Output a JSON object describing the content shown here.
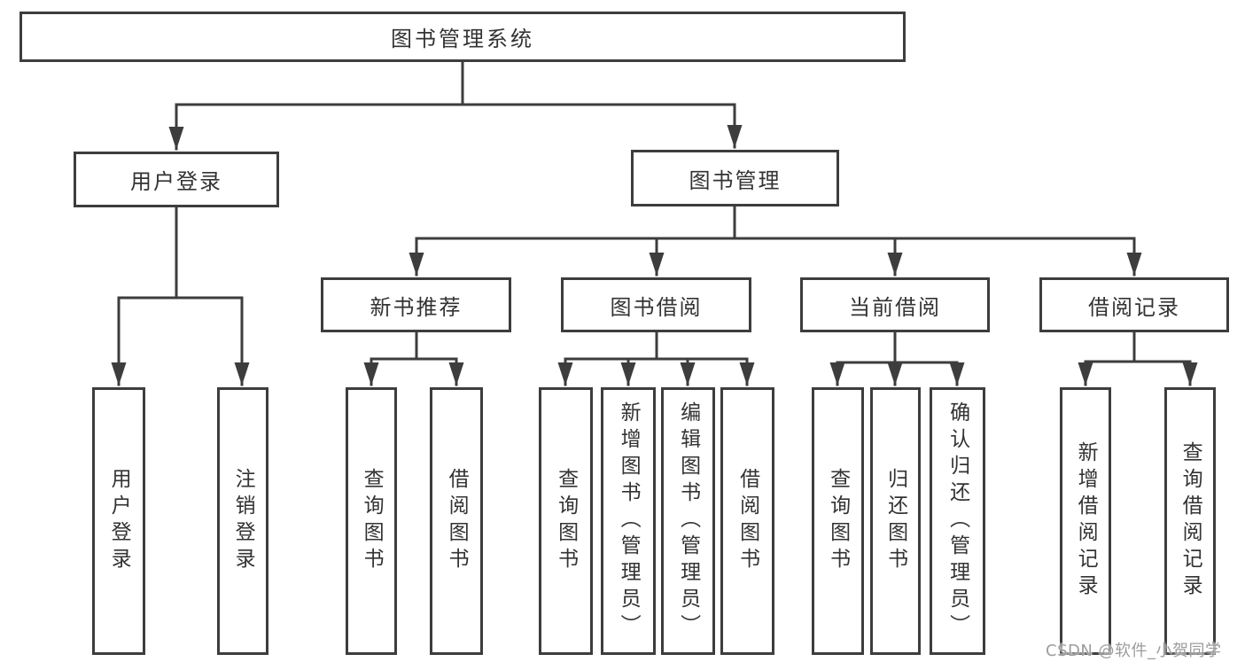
{
  "diagram": {
    "root": {
      "label": "图书管理系统",
      "children": [
        {
          "label": "用户登录",
          "children": [
            {
              "label": "用户登录"
            },
            {
              "label": "注销登录"
            }
          ]
        },
        {
          "label": "图书管理",
          "children": [
            {
              "label": "新书推荐",
              "children": [
                {
                  "label": "查询图书"
                },
                {
                  "label": "借阅图书"
                }
              ]
            },
            {
              "label": "图书借阅",
              "children": [
                {
                  "label": "查询图书"
                },
                {
                  "label": "新增图书（管理员）"
                },
                {
                  "label": "编辑图书（管理员）"
                },
                {
                  "label": "借阅图书"
                }
              ]
            },
            {
              "label": "当前借阅",
              "children": [
                {
                  "label": "查询图书"
                },
                {
                  "label": "归还图书"
                },
                {
                  "label": "确认归还（管理员）"
                }
              ]
            },
            {
              "label": "借阅记录",
              "children": [
                {
                  "label": "新增借阅记录"
                },
                {
                  "label": "查询借阅记录"
                }
              ]
            }
          ]
        }
      ]
    },
    "colors": {
      "line": "#3d3d3d",
      "text": "#333333",
      "background": "#ffffff",
      "watermark": "#9c9c9c"
    }
  },
  "watermark": {
    "text": "CSDN @软件_小贺同学"
  }
}
